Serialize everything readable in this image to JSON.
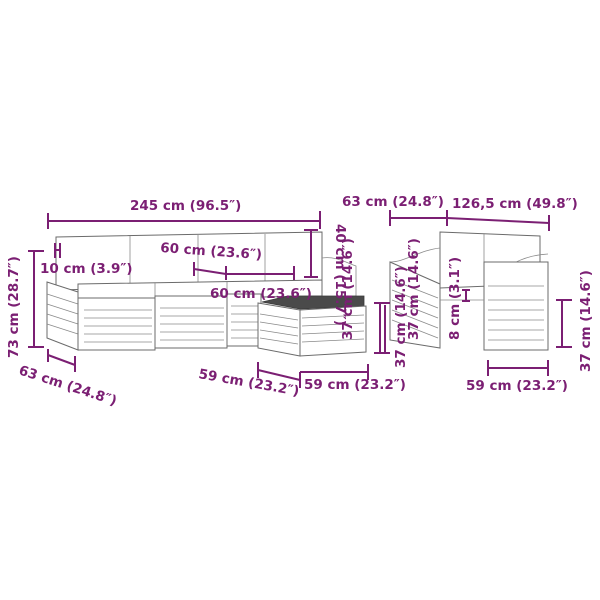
{
  "colors": {
    "dimension": "#7b1f73",
    "furniture_outline": "#6b6b6b",
    "background": "#ffffff"
  },
  "product": "Garden sofa set (corner sofa, coffee table, armchair)",
  "dimensions": {
    "sofa_total_width": "245 cm (96.5″)",
    "sofa_height": "73 cm (28.7″)",
    "sofa_depth": "63 cm (24.8″)",
    "armrest_width": "10 cm (3.9″)",
    "seat_width": "60 cm (23.6″)",
    "seat_depth": "60 cm (23.6″)",
    "backrest_height": "40 cm (15.7″)",
    "seat_height_sofa": "37 cm (14.6″)",
    "table_depth": "59 cm (23.2″)",
    "table_width": "59 cm (23.2″)",
    "table_height": "37 cm (14.6″)",
    "armchair_depth": "63 cm (24.8″)",
    "armchair_span": "126,5 cm (49.8″)",
    "armchair_seat_height": "37 cm (14.6″)",
    "cushion_thickness": "8 cm (3.1″)",
    "armchair_width": "59 cm (23.2″)",
    "armchair_height": "37 cm (14.6″)"
  }
}
